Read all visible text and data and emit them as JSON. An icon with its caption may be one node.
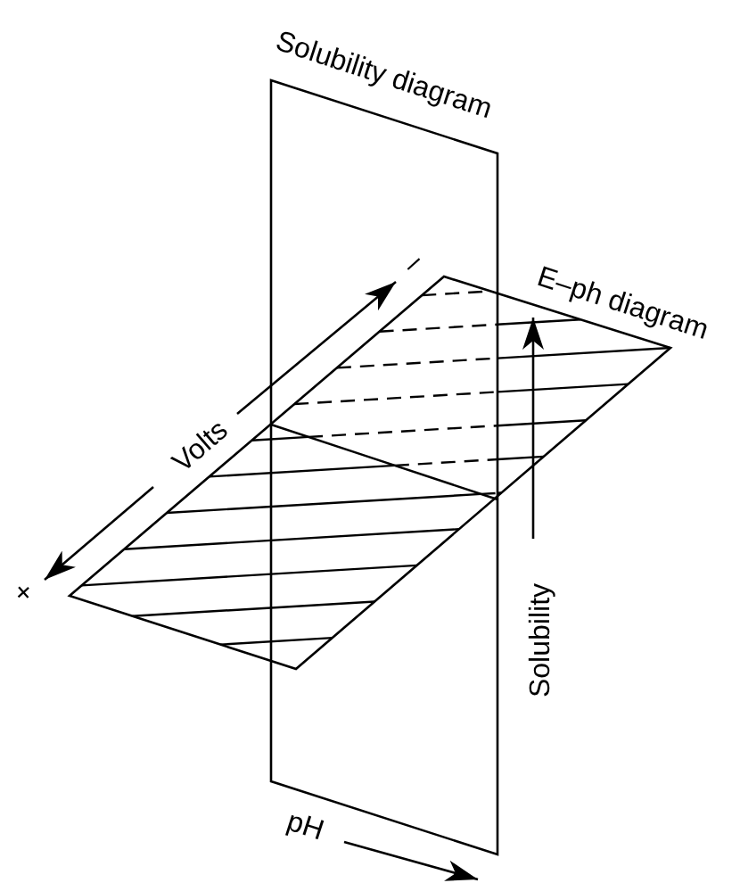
{
  "diagram": {
    "nodes": [
      {
        "text": [
          "Solubility diagram"
        ]
      },
      {
        "text": [
          "E–ph diagram"
        ]
      }
    ],
    "labels": [
      "–",
      "Volts",
      "+",
      "Solubility",
      "pH"
    ]
  }
}
